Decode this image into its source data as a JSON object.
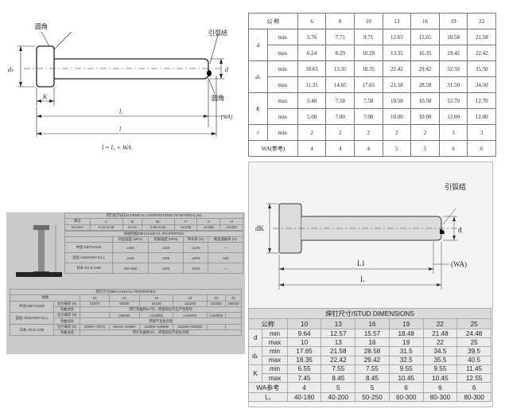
{
  "drawing_top": {
    "label_fillet_top": "圆角",
    "label_arc_shield": "引弧结",
    "label_fillet_right": "圆角",
    "dim_dk": "dₖ",
    "dim_d": "d",
    "dim_k": "K",
    "dim_l1": "l₁",
    "dim_l": "l",
    "dim_wa": "(WA)",
    "formula": "l = l₁ + WA"
  },
  "table_top": {
    "header_label": "公    称",
    "sizes": [
      "6",
      "8",
      "10",
      "13",
      "16",
      "19",
      "22"
    ],
    "rows": [
      {
        "group": "d",
        "sub": "min",
        "values": [
          "5.76",
          "7.71",
          "9.71",
          "12.65",
          "15.65",
          "18.58",
          "21.58"
        ]
      },
      {
        "group": "",
        "sub": "max",
        "values": [
          "6.24",
          "8.29",
          "10.29",
          "13.35",
          "16.35",
          "19.42",
          "22.42"
        ]
      },
      {
        "group": "dₖ",
        "sub": "min",
        "values": [
          "10.65",
          "13.35",
          "18.35",
          "22.42",
          "29.42",
          "32.50",
          "35.50"
        ]
      },
      {
        "group": "",
        "sub": "max",
        "values": [
          "11.35",
          "14.65",
          "17.65",
          "21.58",
          "28.58",
          "31.50",
          "34.50"
        ]
      },
      {
        "group": "K",
        "sub": "max",
        "values": [
          "5.48",
          "7.58",
          "7.58",
          "10.58",
          "10.58",
          "12.70",
          "12.70"
        ]
      },
      {
        "group": "",
        "sub": "min",
        "values": [
          "5.00",
          "7.00",
          "7.00",
          "10.00",
          "10.00",
          "12.00",
          "12.00"
        ]
      },
      {
        "group": "r",
        "sub": "min",
        "values": [
          "2",
          "2",
          "2",
          "2",
          "2",
          "3",
          "3"
        ]
      }
    ],
    "wa_label": "WA(参考)",
    "wa_values": [
      "4",
      "4",
      "4",
      "5",
      "5",
      "6",
      "6"
    ]
  },
  "scan_bottom_left": {
    "title_chem": "焊钉化学成分/CHEMICAL COMPOSITIONS OF MATERIAL(%)",
    "chem_cols": [
      "牌号",
      "C",
      "Si",
      "Mn",
      "P",
      "S",
      "Al"
    ],
    "chem_row": [
      "ML15Al",
      "0.13~0.18",
      "≤0.10",
      "0.30~0.60",
      "≤0.035",
      "≤0.035",
      "≥0.020"
    ],
    "title_mech": "机械性能/MECHANICAL PROPERTIES",
    "mech_cols": [
      "",
      "抗拉强度 (MPa)",
      "屈服强度 (MPa)",
      "伸长率 (%)",
      "断面收缩率 (%)"
    ],
    "mech_rows": [
      [
        "中国 GB/T10433",
        "≥400",
        "≥320",
        "≥14%",
        "—"
      ],
      [
        "美国 ANSI/AWS D1.1",
        "≥415",
        "≥345",
        "≥20%",
        "≥50"
      ],
      [
        "日本 JIS B 1198",
        "400~550",
        "≥235",
        "≥20%",
        "—"
      ]
    ],
    "title_test": "焊钉尺寸/MECHANICAL PROPERTIES",
    "test_header": [
      "规格",
      "10",
      "13",
      "16",
      "19",
      "22",
      "25"
    ],
    "test_rows": [
      [
        "中国 GB/T10433",
        "拉力载荷 (N)",
        "32970",
        "55000",
        "84420",
        "113200",
        "150000",
        "196220"
      ],
      [
        "",
        "弯曲试验",
        "焊钉弯曲到30°时，焊接部位不应产生裂纹",
        "",
        "",
        "",
        "",
        ""
      ],
      [
        "美国 ANSI/AWS D1.1",
        "拉力载荷 (N)",
        "",
        "≥55100",
        "≥103000",
        "≥116300",
        "≥150000",
        ""
      ],
      [
        "",
        "弯曲试验",
        "焊接不发生开裂",
        "",
        "",
        "",
        "",
        ""
      ],
      [
        "日本 JIS B 1198",
        "拉力载荷 (N)",
        "32800~72070",
        "55410~119900",
        "113000~155900",
        "153000~208300",
        "",
        ""
      ],
      [
        "",
        "弯曲试验",
        "焊钉弯曲到30°，焊接部位不发生开裂",
        "",
        "",
        "",
        "",
        ""
      ]
    ]
  },
  "drawing_bottom": {
    "label_arc_shield": "引弧结",
    "dim_dk": "dK",
    "dim_d": "d",
    "dim_l1": "L1",
    "dim_l": "L",
    "dim_wa": "(WA)"
  },
  "table_bottom": {
    "title": "焊钉尺寸/STUD DIMENSIONS",
    "header_label": "公称",
    "sizes": [
      "10",
      "13",
      "16",
      "19",
      "22",
      "25"
    ],
    "rows": [
      {
        "group": "d",
        "sub": "min",
        "values": [
          "9.64",
          "12.57",
          "15.57",
          "18.48",
          "21.48",
          "24.48"
        ]
      },
      {
        "group": "",
        "sub": "max",
        "values": [
          "10",
          "13",
          "16",
          "19",
          "22",
          "25"
        ]
      },
      {
        "group": "dₖ",
        "sub": "min",
        "values": [
          "17.65",
          "21.58",
          "28.58",
          "31.5",
          "34.5",
          "39.5"
        ]
      },
      {
        "group": "",
        "sub": "max",
        "values": [
          "18.35",
          "22.42",
          "29.42",
          "32.5",
          "35.5",
          "40.5"
        ]
      },
      {
        "group": "K",
        "sub": "min",
        "values": [
          "6.55",
          "7.55",
          "7.55",
          "9.55",
          "9.55",
          "11.45"
        ]
      },
      {
        "group": "",
        "sub": "max",
        "values": [
          "7.45",
          "8.45",
          "8.45",
          "10.45",
          "10.45",
          "12.55"
        ]
      }
    ],
    "wa_label": "WA参考",
    "wa_values": [
      "4",
      "5",
      "5",
      "6",
      "6",
      "6"
    ],
    "l1_label": "L₁",
    "l1_values": [
      "40-180",
      "40-200",
      "50-250",
      "60-300",
      "80-300",
      "80-300"
    ]
  }
}
